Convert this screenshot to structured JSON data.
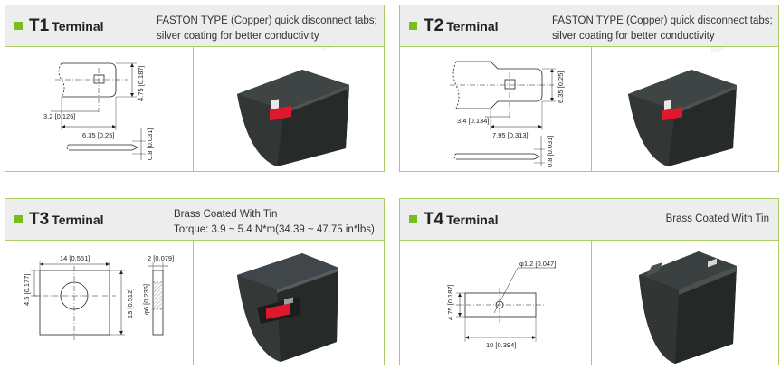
{
  "cards": [
    {
      "title": "T1",
      "subtitle": "Terminal",
      "desc_line1": "FASTON TYPE (Copper) quick disconnect tabs;",
      "desc_line2": "silver coating for better conductivity",
      "dims": [
        "3.2 [0.126]",
        "6.35 [0.25]",
        "4.75 [0.187]",
        "0.8 [0.031]"
      ]
    },
    {
      "title": "T2",
      "subtitle": "Terminal",
      "desc_line1": "FASTON TYPE (Copper) quick disconnect tabs;",
      "desc_line2": "silver coating for better conductivity",
      "dims": [
        "3.4 [0.134]",
        "7.95 [0.313]",
        "6.35 [0.25]",
        "0.8 [0.031]"
      ]
    },
    {
      "title": "T3",
      "subtitle": "Terminal",
      "desc_line1": "Brass Coated With Tin",
      "desc_line2": "Torque: 3.9 ~ 5.4 N*m(34.39 ~ 47.75 in*lbs)",
      "dims": [
        "14 [0.551]",
        "4.5 [0.177]",
        "13 [0.512]",
        "φ6 [0.236]",
        "2 [0.079]"
      ]
    },
    {
      "title": "T4",
      "subtitle": "Terminal",
      "desc_line1": "Brass Coated With Tin",
      "desc_line2": "",
      "dims": [
        "φ1.2 [0.047]",
        "4.75 [0.187]",
        "10 [0.394]"
      ]
    }
  ],
  "colors": {
    "accent": "#7bbd1e",
    "border": "#a9cc63",
    "header_bg": "#ededed",
    "terminal_red": "#e0182d",
    "battery_body": "#2f3433"
  }
}
